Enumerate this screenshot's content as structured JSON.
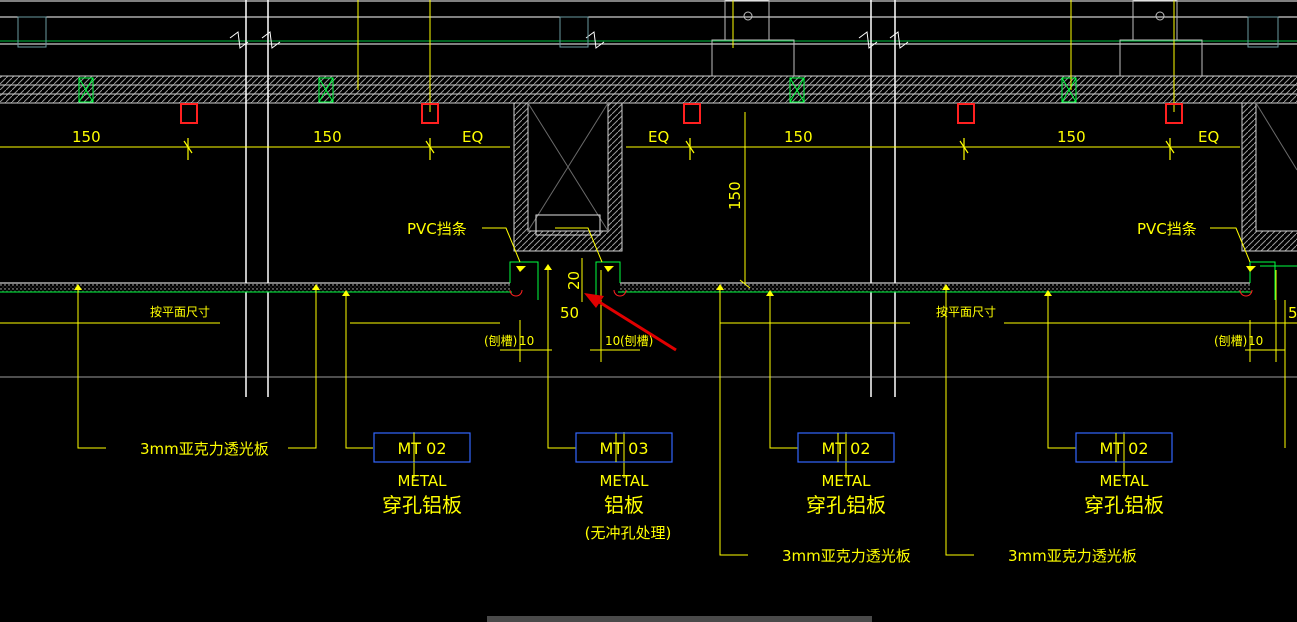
{
  "colors": {
    "background": "#000000",
    "dimension": "#ffff00",
    "frame": "#ffffff",
    "wall_layer": "#00ff40",
    "tag_box": "#3366ff",
    "hatch": "#bfbfbf",
    "fixture": "#ff2020",
    "arrow": "#e00000"
  },
  "dimensions": {
    "d150_a": "150",
    "d150_b": "150",
    "eq_a": "EQ",
    "eq_b": "EQ",
    "d150_c": "150",
    "d150_vert": "150",
    "d150_d": "150",
    "eq_c": "EQ",
    "d20": "20",
    "d50": "50",
    "d10_a": "10",
    "d10_b": "10",
    "d10_c": "10",
    "d5_edge": "5"
  },
  "labels": {
    "pvc_strip_a": "PVC挡条",
    "pvc_strip_b": "PVC挡条",
    "finish_dim_a": "按平面尺寸",
    "finish_dim_b": "按平面尺寸",
    "bao_cao_a": "(刨槽)",
    "bao_cao_b": "(刨槽)",
    "bao_cao_c": "(刨槽)",
    "acrylic_a": "3mm亚克力透光板",
    "acrylic_b": "3mm亚克力透光板",
    "acrylic_c": "3mm亚克力透光板"
  },
  "tags": [
    {
      "code": "MT  02",
      "material": "METAL",
      "name": "穿孔铝板",
      "note": ""
    },
    {
      "code": "MT  03",
      "material": "METAL",
      "name": "铝板",
      "note": "(无冲孔处理)"
    },
    {
      "code": "MT  02",
      "material": "METAL",
      "name": "穿孔铝板",
      "note": ""
    },
    {
      "code": "MT  02",
      "material": "METAL",
      "name": "穿孔铝板",
      "note": ""
    }
  ]
}
